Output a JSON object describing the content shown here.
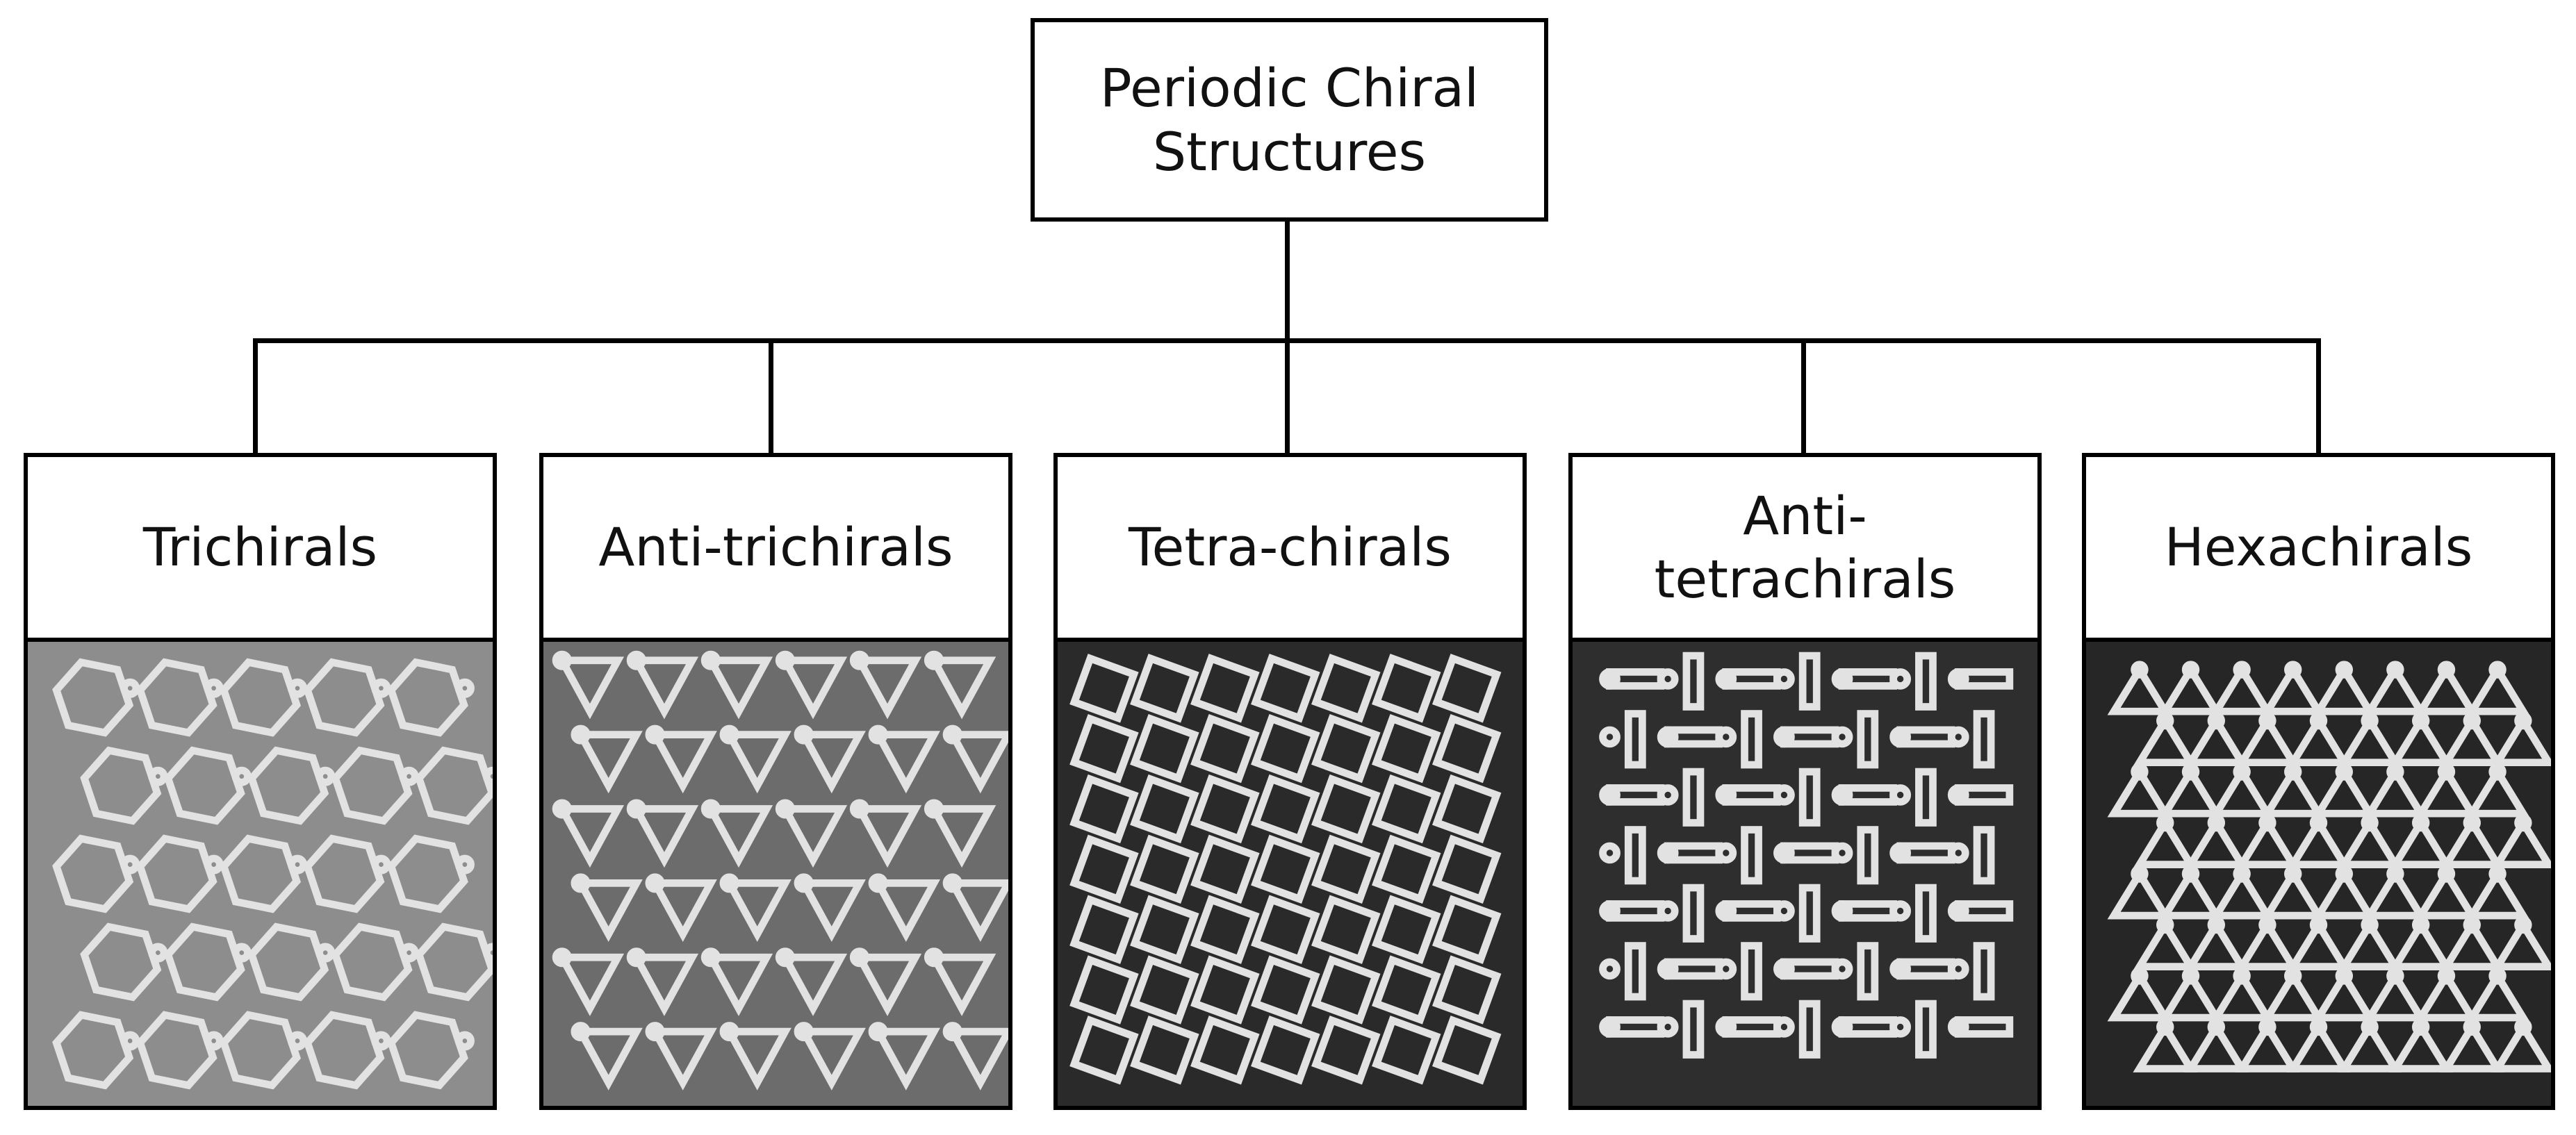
{
  "diagram": {
    "root": {
      "label": "Periodic Chiral\nStructures"
    },
    "categories": [
      {
        "id": "trichirals",
        "label": "Trichirals",
        "pattern": "hexagon",
        "photo_bg": "#8d8d8d"
      },
      {
        "id": "anti-trichirals",
        "label": "Anti-trichirals",
        "pattern": "triangle",
        "photo_bg": "#6c6c6c"
      },
      {
        "id": "tetra-chirals",
        "label": "Tetra-chirals",
        "pattern": "rotated-square",
        "photo_bg": "#2a2a2a"
      },
      {
        "id": "anti-tetrachirals",
        "label": "Anti-\ntetrachirals",
        "pattern": "weave",
        "photo_bg": "#2e2e2e"
      },
      {
        "id": "hexachirals",
        "label": "Hexachirals",
        "pattern": "triangle-grid",
        "photo_bg": "#262626"
      }
    ],
    "colors": {
      "line": "#000000",
      "lattice": "#e2e2e2"
    }
  }
}
